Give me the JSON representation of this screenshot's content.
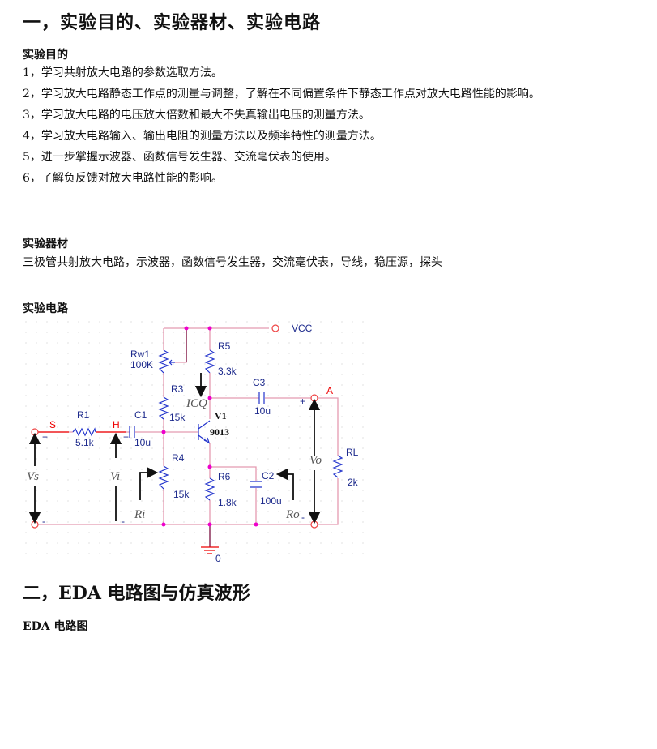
{
  "section1_title": "一，实验目的、实验器材、实验电路",
  "purpose": {
    "heading": "实验目的",
    "items": [
      "1，学习共射放大电路的参数选取方法。",
      "2，学习放大电路静态工作点的测量与调整，了解在不同偏置条件下静态工作点对放大电路性能的影响。",
      "3，学习放大电路的电压放大倍数和最大不失真输出电压的测量方法。",
      "4，学习放大电路输入、输出电阻的测量方法以及频率特性的测量方法。",
      "5，进一步掌握示波器、函数信号发生器、交流毫伏表的使用。",
      "6，了解负反馈对放大电路性能的影响。"
    ]
  },
  "equipment": {
    "heading": "实验器材",
    "text": "三极管共射放大电路，示波器，函数信号发生器，交流毫伏表，导线，稳压源，探头"
  },
  "circuit": {
    "heading": "实验电路",
    "labels": {
      "vcc": "VCC",
      "rw1": "Rw1",
      "rw1_val": "100K",
      "r5": "R5",
      "r5_val": "3.3k",
      "r3": "R3",
      "r3_val": "15k",
      "c3": "C3",
      "c3_val": "10u",
      "icq": "ICQ",
      "v1": "V1",
      "v1_val": "9013",
      "r1": "R1",
      "r1_val": "5.1k",
      "c1": "C1",
      "c1_val": "10u",
      "s": "S",
      "h": "H",
      "a": "A",
      "r4": "R4",
      "r4_val": "15k",
      "r6": "R6",
      "r6_val": "1.8k",
      "c2": "C2",
      "c2_val": "100u",
      "rl": "RL",
      "rl_val": "2k",
      "vs": "Vs",
      "vi": "Vi",
      "vo": "Vo",
      "ri": "Ri",
      "ro": "Ro",
      "gnd": "0",
      "plus": "+",
      "minus": "-"
    }
  },
  "section2_title": "二，EDA 电路图与仿真波形",
  "eda_heading": "EDA 电路图"
}
